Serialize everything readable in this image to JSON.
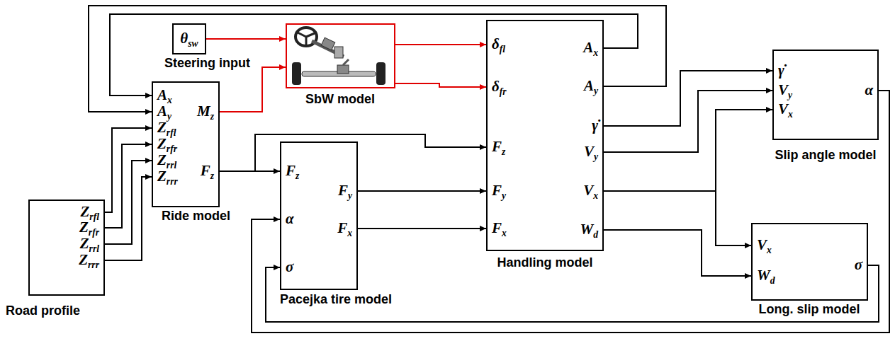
{
  "diagram": {
    "nodes": [
      {
        "text": [
          "θsw",
          "Steering input"
        ]
      },
      {
        "text": [
          "SbW model"
        ]
      },
      {
        "text": [
          "Ax",
          "Ay",
          "Zrfl",
          "Zrfr",
          "Zrrl",
          "Zrrr",
          "Mz",
          "Fz",
          "Ride model"
        ]
      },
      {
        "text": [
          "Zrfl",
          "Zrfr",
          "Zrrl",
          "Zrrr",
          "Road profile"
        ]
      },
      {
        "text": [
          "Fz",
          "α",
          "σ",
          "Fy",
          "Fx",
          "Pacejka tire model"
        ]
      },
      {
        "text": [
          "δfl",
          "δfr",
          "Fz",
          "Fy",
          "Fx",
          "Ax",
          "Ay",
          "γ̇",
          "Vy",
          "Vx",
          "Wd",
          "Handling model"
        ]
      },
      {
        "text": [
          "γ̇",
          "Vy",
          "Vx",
          "α",
          "Slip angle model"
        ]
      },
      {
        "text": [
          "Vx",
          "Wd",
          "σ",
          "Long. slip model"
        ]
      }
    ],
    "edges": [
      {
        "from": 0,
        "to": 1,
        "arrow": "to"
      },
      {
        "from": 2,
        "to": 1,
        "arrow": "to"
      },
      {
        "from": 1,
        "to": 5,
        "arrow": "to"
      },
      {
        "from": 1,
        "to": 5,
        "arrow": "to"
      },
      {
        "from": 5,
        "to": 2,
        "arrow": "to"
      },
      {
        "from": 5,
        "to": 2,
        "arrow": "to"
      },
      {
        "from": 3,
        "to": 2,
        "arrow": "to"
      },
      {
        "from": 3,
        "to": 2,
        "arrow": "to"
      },
      {
        "from": 3,
        "to": 2,
        "arrow": "to"
      },
      {
        "from": 3,
        "to": 2,
        "arrow": "to"
      },
      {
        "from": 2,
        "to": 4,
        "arrow": "to"
      },
      {
        "from": 2,
        "to": 5,
        "arrow": "to"
      },
      {
        "from": 4,
        "to": 5,
        "arrow": "to"
      },
      {
        "from": 4,
        "to": 5,
        "arrow": "to"
      },
      {
        "from": 5,
        "to": 6,
        "arrow": "to"
      },
      {
        "from": 5,
        "to": 6,
        "arrow": "to"
      },
      {
        "from": 5,
        "to": 6,
        "arrow": "to"
      },
      {
        "from": 5,
        "to": 7,
        "arrow": "to"
      },
      {
        "from": 5,
        "to": 7,
        "arrow": "to"
      },
      {
        "from": 6,
        "to": 4,
        "arrow": "to"
      },
      {
        "from": 7,
        "to": 4,
        "arrow": "to"
      }
    ]
  }
}
